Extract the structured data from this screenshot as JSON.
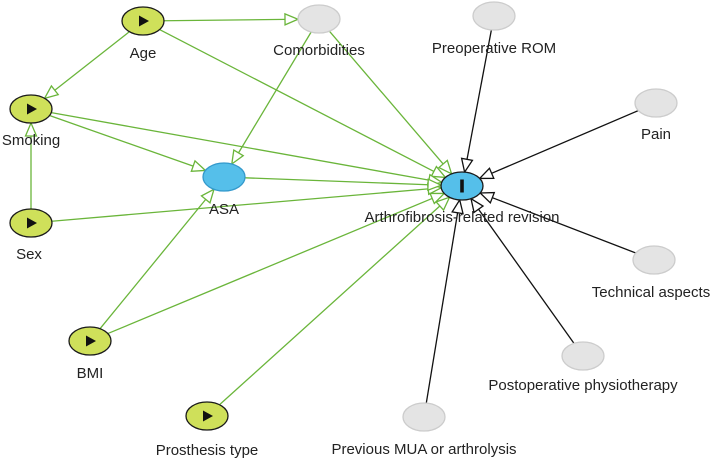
{
  "diagram": {
    "type": "directed-acyclic-graph",
    "node_types": {
      "exposure": {
        "fill": "#cfe05a",
        "stroke": "#1a1a1a",
        "marker": "play-triangle-icon"
      },
      "outcome": {
        "fill": "#55bfea",
        "stroke": "#1a1a1a",
        "marker": "bar-i-icon"
      },
      "ancestor_outcome": {
        "fill": "#55bfea",
        "stroke": "#3399cc"
      },
      "other": {
        "fill": "#e4e4e4",
        "stroke": "#cccccc"
      }
    },
    "edge_colors": {
      "causal": "#6ab53a",
      "biasing": "#111111"
    },
    "nodes": [
      {
        "id": "age",
        "label": "Age",
        "kind": "exposure"
      },
      {
        "id": "comorbidities",
        "label": "Comorbidities",
        "kind": "other"
      },
      {
        "id": "smoking",
        "label": "Smoking",
        "kind": "exposure"
      },
      {
        "id": "sex",
        "label": "Sex",
        "kind": "exposure"
      },
      {
        "id": "asa",
        "label": "ASA",
        "kind": "ancestor_outcome"
      },
      {
        "id": "bmi",
        "label": "BMI",
        "kind": "exposure"
      },
      {
        "id": "prosthesis",
        "label": "Prosthesis type",
        "kind": "exposure"
      },
      {
        "id": "outcome",
        "label": "Arthrofibrosis-related revision",
        "kind": "outcome"
      },
      {
        "id": "prerom",
        "label": "Preoperative ROM",
        "kind": "other"
      },
      {
        "id": "pain",
        "label": "Pain",
        "kind": "other"
      },
      {
        "id": "technical",
        "label": "Technical aspects",
        "kind": "other"
      },
      {
        "id": "physio",
        "label": "Postoperative physiotherapy",
        "kind": "other"
      },
      {
        "id": "mua",
        "label": "Previous MUA or arthrolysis",
        "kind": "other"
      }
    ],
    "edges": [
      {
        "from": "age",
        "to": "comorbidities",
        "kind": "causal"
      },
      {
        "from": "age",
        "to": "smoking",
        "kind": "causal"
      },
      {
        "from": "age",
        "to": "outcome",
        "kind": "causal"
      },
      {
        "from": "comorbidities",
        "to": "asa",
        "kind": "causal"
      },
      {
        "from": "comorbidities",
        "to": "outcome",
        "kind": "causal"
      },
      {
        "from": "smoking",
        "to": "asa",
        "kind": "causal"
      },
      {
        "from": "smoking",
        "to": "outcome",
        "kind": "causal"
      },
      {
        "from": "sex",
        "to": "smoking",
        "kind": "causal"
      },
      {
        "from": "sex",
        "to": "outcome",
        "kind": "causal"
      },
      {
        "from": "asa",
        "to": "outcome",
        "kind": "causal"
      },
      {
        "from": "bmi",
        "to": "asa",
        "kind": "causal"
      },
      {
        "from": "bmi",
        "to": "outcome",
        "kind": "causal"
      },
      {
        "from": "prosthesis",
        "to": "outcome",
        "kind": "causal"
      },
      {
        "from": "prerom",
        "to": "outcome",
        "kind": "biasing"
      },
      {
        "from": "pain",
        "to": "outcome",
        "kind": "biasing"
      },
      {
        "from": "technical",
        "to": "outcome",
        "kind": "biasing"
      },
      {
        "from": "physio",
        "to": "outcome",
        "kind": "biasing"
      },
      {
        "from": "mua",
        "to": "outcome",
        "kind": "biasing"
      }
    ]
  }
}
